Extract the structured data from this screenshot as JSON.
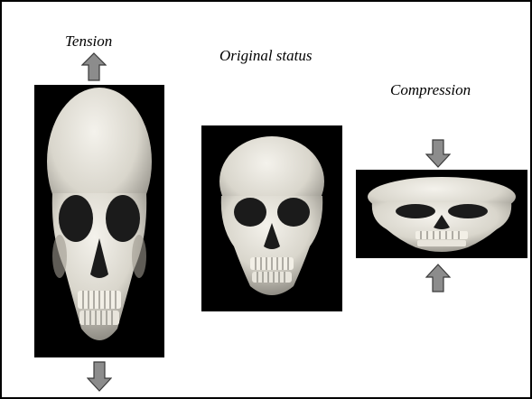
{
  "labels": {
    "tension": "Tension",
    "original": "Original status",
    "compression": "Compression"
  },
  "icons": {
    "tension_up": "arrow-up-icon",
    "tension_down": "arrow-down-icon",
    "compression_down": "arrow-down-icon",
    "compression_up": "arrow-up-icon"
  },
  "colors": {
    "arrow_fill": "#8c8c8c",
    "arrow_stroke": "#3a3a3a",
    "panel_bg": "#000000",
    "bone": "#e6e4dd"
  }
}
